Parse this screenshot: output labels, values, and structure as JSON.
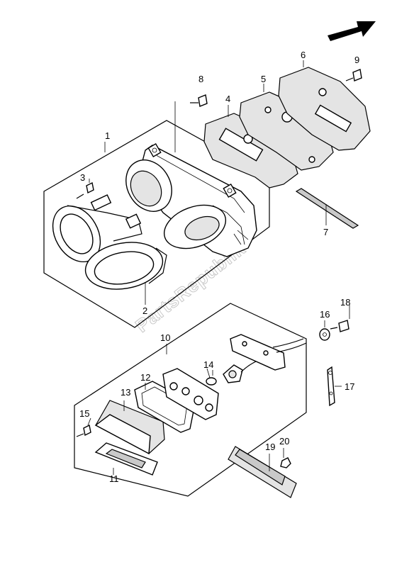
{
  "watermark": "PartsRepublik",
  "callouts": {
    "c1": "1",
    "c2": "2",
    "c3": "3",
    "c4": "4",
    "c5": "5",
    "c6": "6",
    "c7": "7",
    "c8": "8",
    "c9": "9",
    "c10": "10",
    "c11": "11",
    "c12": "12",
    "c13": "13",
    "c14": "14",
    "c15": "15",
    "c16": "16",
    "c17": "17",
    "c18": "18",
    "c19": "19",
    "c20": "20"
  },
  "icons": {
    "direction": "front-direction-arrow-icon"
  }
}
